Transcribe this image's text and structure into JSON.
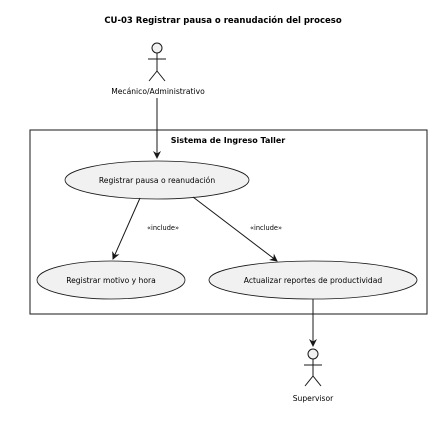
{
  "diagram": {
    "title": "CU-03 Registrar pausa o reanudación del proceso",
    "system_boundary_label": "Sistema de Ingreso Taller",
    "actors": {
      "top": "Mecánico/Administrativo",
      "bottom": "Supervisor"
    },
    "use_cases": {
      "main": "Registrar pausa o reanudación",
      "left": "Registrar motivo y hora",
      "right": "Actualizar reportes de productividad"
    },
    "relations": {
      "left_stereotype": "«include»",
      "right_stereotype": "«include»"
    },
    "colors": {
      "use_case_fill": "#f1f1f1",
      "line": "#181818",
      "background": "#ffffff"
    }
  }
}
